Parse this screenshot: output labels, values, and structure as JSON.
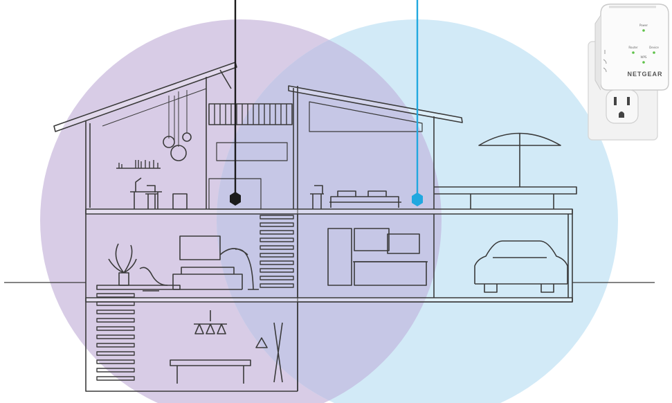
{
  "colors": {
    "router_coverage": "#d8cce6",
    "extender_coverage": "#d2eaf7",
    "overlap": "#c6c7e6",
    "router_node": "#1b1b1b",
    "extender_node": "#21a8df",
    "line": "#3a3a3a",
    "led_green": "#5fc24a"
  },
  "devices": {
    "router_icon": "hexagon-router-icon",
    "extender_icon": "hexagon-extender-icon"
  },
  "extender": {
    "brand": "NETGEAR",
    "leds": [
      "Power",
      "Router",
      "Device",
      "WPS"
    ]
  }
}
